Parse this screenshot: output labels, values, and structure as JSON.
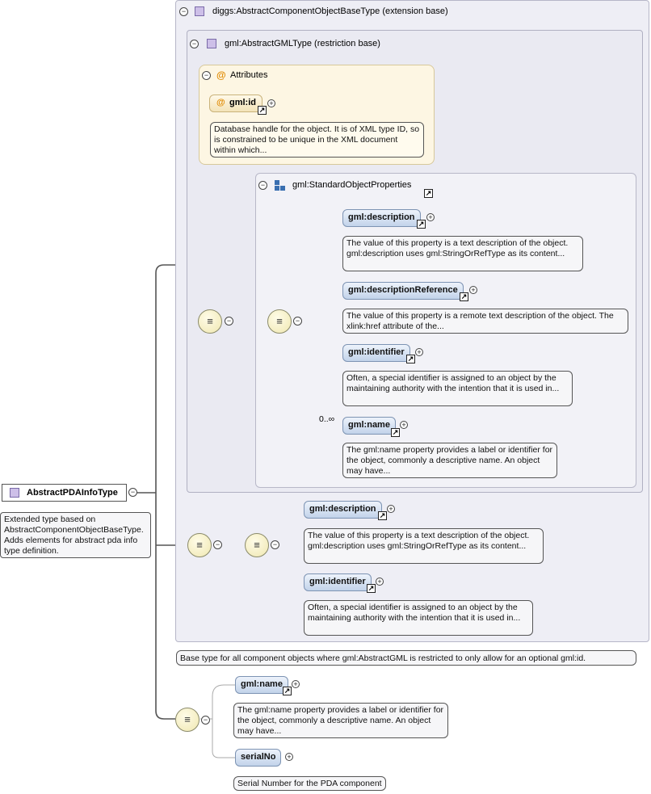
{
  "root": {
    "name": "AbstractPDAInfoType",
    "doc": "Extended type based on AbstractComponentObjectBaseType. Adds elements for abstract pda info type definition."
  },
  "extension": {
    "title": "diggs:AbstractComponentObjectBaseType (extension base)",
    "doc": "Base type for all component objects where gml:AbstractGML is restricted to only allow for an optional gml:id."
  },
  "restriction": {
    "title": "gml:AbstractGMLType (restriction base)"
  },
  "attributes": {
    "title": "Attributes",
    "symbol": "@",
    "gml_id": {
      "name": "gml:id",
      "doc": "Database handle for the object. It is of XML type ID, so is constrained to be unique in the XML document within which..."
    }
  },
  "std_props": {
    "title": "gml:StandardObjectProperties",
    "elements": [
      {
        "name": "gml:description",
        "doc": "The value of this property is a text description of the object. gml:description uses gml:StringOrRefType as its content..."
      },
      {
        "name": "gml:descriptionReference",
        "doc": "The value of this property is a remote text description of the object. The xlink:href attribute of the..."
      },
      {
        "name": "gml:identifier",
        "doc": "Often, a special identifier is assigned to an object by the maintaining authority with the intention that it is used in..."
      },
      {
        "name": "gml:name",
        "occurrence": "0..∞",
        "doc": "The gml:name property provides a label or identifier for the object, commonly a descriptive name. An object may have..."
      }
    ]
  },
  "ext_seq": {
    "elements": [
      {
        "name": "gml:description",
        "doc": "The value of this property is a text description of the object. gml:description uses gml:StringOrRefType as its content..."
      },
      {
        "name": "gml:identifier",
        "doc": "Often, a special identifier is assigned to an object by the maintaining authority with the intention that it is used in..."
      }
    ]
  },
  "own_seq": {
    "elements": [
      {
        "name": "gml:name",
        "doc": "The gml:name property provides a label or identifier for the object, commonly a descriptive name. An object may have..."
      },
      {
        "name": "serialNo",
        "doc": "Serial Number for the PDA component"
      }
    ]
  },
  "symbols": {
    "collapse": "⊖",
    "expand": "⊕",
    "reference": "↗",
    "sequence": "≡"
  },
  "icons": [
    "type-icon",
    "attribute-icon",
    "group-icon",
    "sequence-compositor-icon",
    "collapse-icon",
    "expand-icon",
    "reference-arrow-icon"
  ]
}
